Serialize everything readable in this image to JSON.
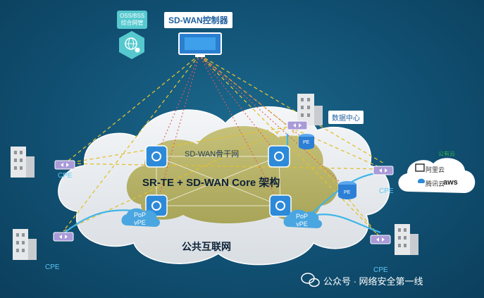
{
  "controller": {
    "title": "SD-WAN控制器"
  },
  "oss": {
    "line1": "OSS/BSS",
    "line2": "综合网管"
  },
  "datacenter": {
    "label": "数据中心"
  },
  "backbone": {
    "label": "SD-WAN骨干网"
  },
  "core": {
    "label": "SR-TE + SD-WAN Core 架构"
  },
  "public_internet": {
    "label": "公共互联网"
  },
  "public_cloud": {
    "label": "公有云",
    "providers": [
      "阿里云",
      "腾讯云",
      "aws"
    ]
  },
  "cpe_label": "CPE",
  "pe_label": "PE",
  "pop_left": {
    "line1": "PoP",
    "line2": "vPE"
  },
  "pop_right": {
    "line1": "PoP",
    "line2": "vPE"
  },
  "watermark": {
    "text": "公众号 · 网络安全第一线"
  },
  "colors": {
    "background": "#104e70",
    "cloud": "#e8ecef",
    "backbone_cloud": "#b7b26a",
    "controller_lines": "#e05a5a",
    "dashed_yellow": "#e0c030",
    "link_blue": "#3fb5e8",
    "router_blue": "#2d8ad8"
  }
}
